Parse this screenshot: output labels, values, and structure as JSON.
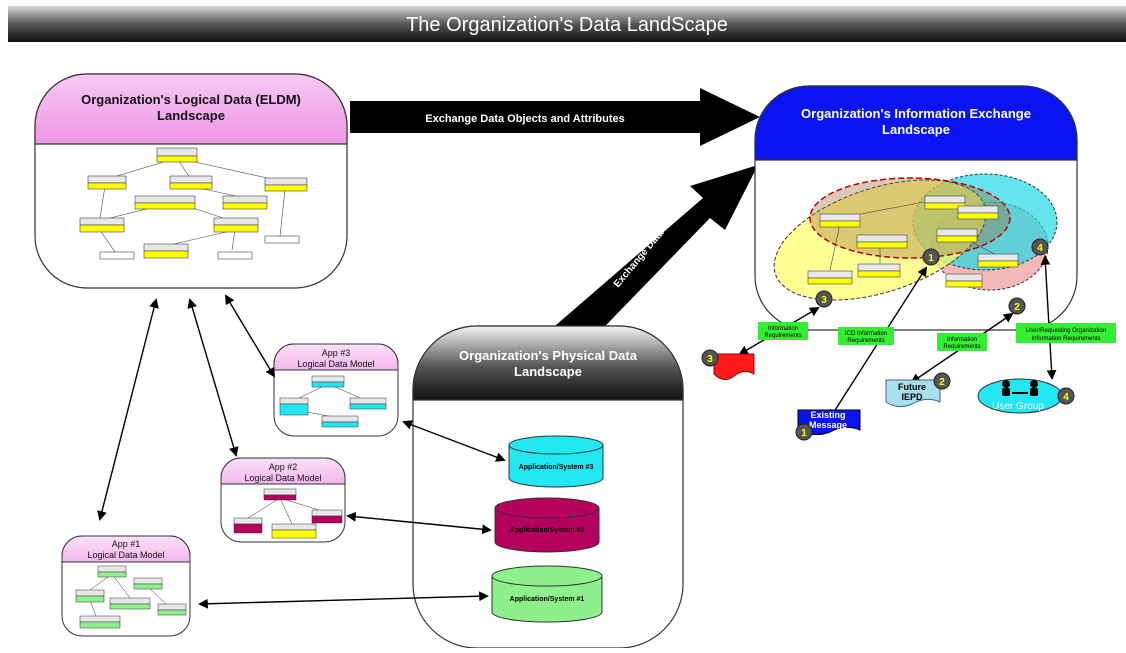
{
  "banner": {
    "title": "The Organization's Data LandScape"
  },
  "eldm": {
    "title_line1": "Organization's Logical Data (ELDM)",
    "title_line2": "Landscape"
  },
  "exchange_landscape": {
    "title_line1": "Organization's Information Exchange",
    "title_line2": "Landscape"
  },
  "physical": {
    "title_line1": "Organization's Physical Data",
    "title_line2": "Landscape",
    "systems": [
      {
        "label": "Application/System #3",
        "color": "#22e6f2"
      },
      {
        "label": "Application/System #2",
        "color": "#b5005e"
      },
      {
        "label": "Application/System #1",
        "color": "#8ef08a"
      }
    ]
  },
  "apps": [
    {
      "line1": "App #3",
      "line2": "Logical Data Model",
      "accent": "#22e6f2"
    },
    {
      "line1": "App #2",
      "line2": "Logical Data Model",
      "accent": "#b5005e"
    },
    {
      "line1": "App #1",
      "line2": "Logical Data Model",
      "accent": "#8ef08a"
    }
  ],
  "arrows": {
    "exchange_objects": "Exchange Data Objects and Attributes",
    "exchange_data": "Exchange Data"
  },
  "requirements": {
    "req3": [
      "Information",
      "Requirements"
    ],
    "req1": [
      "ICD Information",
      "Requirements"
    ],
    "req2": [
      "Information",
      "Requirements"
    ],
    "req4": [
      "User/Requesting Organization",
      "Information Requirements"
    ]
  },
  "artifacts": {
    "existing_message": [
      "Existing",
      "Message"
    ],
    "future_iepd": [
      "Future",
      "IEPD"
    ],
    "user_group": "User Group"
  },
  "badges": {
    "n1": "1",
    "n2": "2",
    "n3": "3",
    "n4": "4"
  },
  "colors": {
    "eldm_header": "#f2a8ee",
    "exchange_header": "#0a14f0",
    "entity_yellow": "#ffff00",
    "req_green": "#33ee33"
  }
}
